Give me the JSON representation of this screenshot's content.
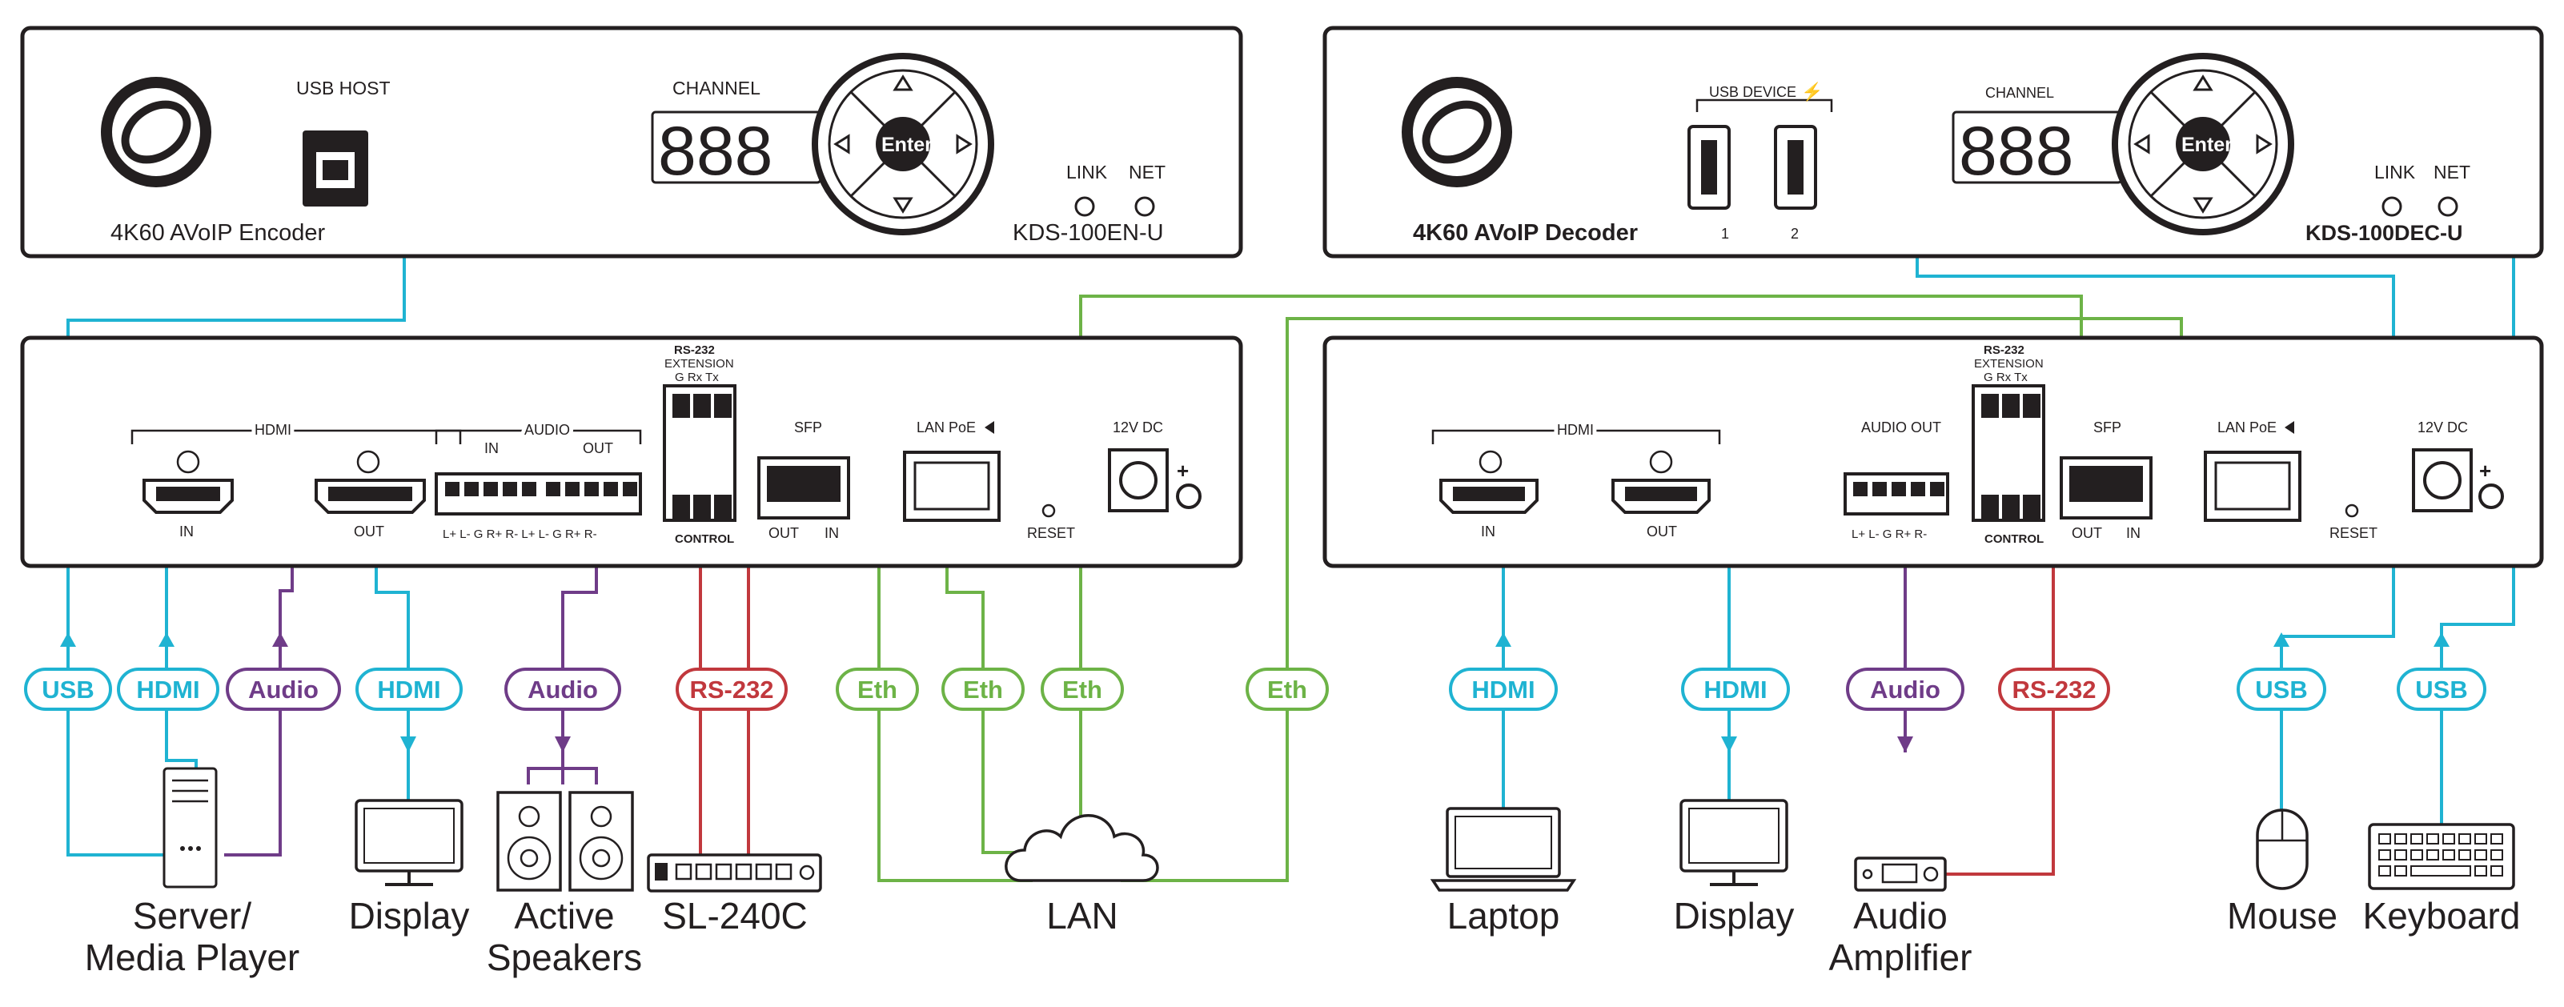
{
  "encoder": {
    "front": {
      "usb_host": "USB HOST",
      "channel": "CHANNEL",
      "enter": "Enter",
      "link": "LINK",
      "net": "NET",
      "name": "4K60 AVoIP Encoder",
      "model": "KDS-100EN-U"
    },
    "rear": {
      "hdmi": "HDMI",
      "in": "IN",
      "out": "OUT",
      "audio": "AUDIO",
      "audio_in": "IN",
      "audio_out": "OUT",
      "audio_pins": "L+ L-  G  R+ R-   L+ L-  G  R+ R-",
      "rs232": "RS-232",
      "extension": "EXTENSION",
      "pins": "G  Rx  Tx",
      "control": "CONTROL",
      "sfp": "SFP",
      "sfp_out": "OUT",
      "sfp_in": "IN",
      "lan": "LAN PoE",
      "reset": "RESET",
      "dc": "12V DC"
    }
  },
  "decoder": {
    "front": {
      "usb_device": "USB DEVICE",
      "port1": "1",
      "port2": "2",
      "channel": "CHANNEL",
      "enter": "Enter",
      "link": "LINK",
      "net": "NET",
      "name": "4K60 AVoIP Decoder",
      "model": "KDS-100DEC-U"
    },
    "rear": {
      "hdmi": "HDMI",
      "in": "IN",
      "out": "OUT",
      "audio_out": "AUDIO OUT",
      "audio_pins": "L+ L-  G  R+ R-",
      "rs232": "RS-232",
      "extension": "EXTENSION",
      "pins": "G  Rx  Tx",
      "control": "CONTROL",
      "sfp": "SFP",
      "sfp_out": "OUT",
      "sfp_in": "IN",
      "lan": "LAN PoE",
      "reset": "RESET",
      "dc": "12V DC"
    }
  },
  "tags": {
    "usb1": "USB",
    "hdmi1": "HDMI",
    "audio1": "Audio",
    "hdmi2": "HDMI",
    "audio2": "Audio",
    "rs232_1": "RS-232",
    "eth1": "Eth",
    "eth2": "Eth",
    "eth3": "Eth",
    "eth4": "Eth",
    "hdmi3": "HDMI",
    "hdmi4": "HDMI",
    "audio3": "Audio",
    "rs232_2": "RS-232",
    "usb2": "USB",
    "usb3": "USB"
  },
  "devices": {
    "server_line1": "Server/",
    "server_line2": "Media Player",
    "display1": "Display",
    "speakers_line1": "Active",
    "speakers_line2": "Speakers",
    "sl240c": "SL-240C",
    "lan": "LAN",
    "laptop": "Laptop",
    "display2": "Display",
    "amp_line1": "Audio",
    "amp_line2": "Amplifier",
    "mouse": "Mouse",
    "keyboard": "Keyboard"
  },
  "colors": {
    "usb_hdmi": "#1fb3d2",
    "audio": "#6f3c88",
    "rs232": "#c1383d",
    "ethernet": "#6db347"
  }
}
